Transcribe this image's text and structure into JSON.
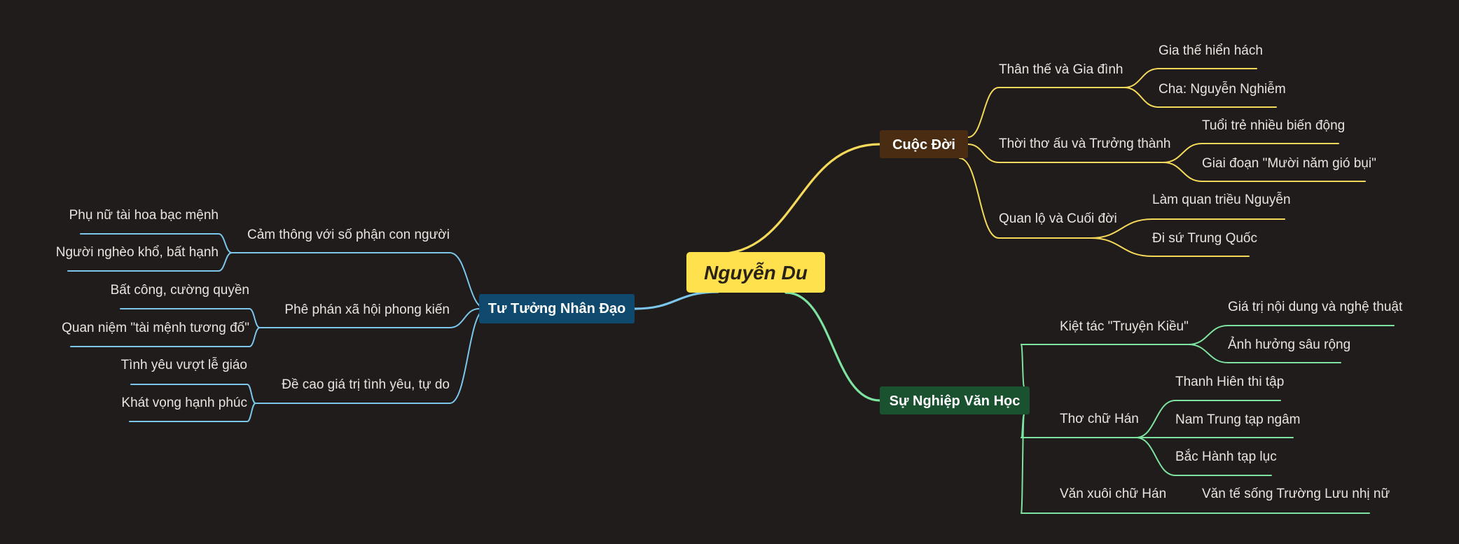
{
  "root": {
    "label": "Nguyễn Du",
    "color": "#ffe14d"
  },
  "branches": [
    {
      "label": "Cuộc Đời",
      "box_color": "#4a2c12",
      "line_color": "#f5d95a",
      "children": [
        {
          "label": "Thân thế và Gia đình",
          "children": [
            "Gia thế hiển hách",
            "Cha: Nguyễn Nghiễm"
          ]
        },
        {
          "label": "Thời thơ ấu và Trưởng thành",
          "children": [
            "Tuổi trẻ nhiều biến động",
            "Giai đoạn \"Mười năm gió bụi\""
          ]
        },
        {
          "label": "Quan lộ và Cuối đời",
          "children": [
            "Làm quan triều Nguyễn",
            "Đi sứ Trung Quốc"
          ]
        }
      ]
    },
    {
      "label": "Sự Nghiệp Văn Học",
      "box_color": "#1a5230",
      "line_color": "#7ee2a0",
      "children": [
        {
          "label": "Kiệt tác \"Truyện Kiều\"",
          "children": [
            "Giá trị nội dung và nghệ thuật",
            "Ảnh hưởng sâu rộng"
          ]
        },
        {
          "label": "Thơ chữ Hán",
          "children": [
            "Thanh Hiên thi tập",
            "Nam Trung tạp ngâm",
            "Bắc Hành tạp lục"
          ]
        },
        {
          "label": "Văn xuôi chữ Hán",
          "children": [
            "Văn tế sống Trường Lưu nhị nữ"
          ]
        }
      ]
    },
    {
      "label": "Tư Tưởng Nhân Đạo",
      "box_color": "#0f4a6e",
      "line_color": "#7cc6ec",
      "children": [
        {
          "label": "Cảm thông với số phận con người",
          "children": [
            "Phụ nữ tài hoa bạc mệnh",
            "Người nghèo khổ, bất hạnh"
          ]
        },
        {
          "label": "Phê phán xã hội phong kiến",
          "children": [
            "Bất công, cường quyền",
            "Quan niệm \"tài mệnh tương đố\""
          ]
        },
        {
          "label": "Đề cao giá trị tình yêu, tự do",
          "children": [
            "Tình yêu vượt lễ giáo",
            "Khát vọng hạnh phúc"
          ]
        }
      ]
    }
  ]
}
